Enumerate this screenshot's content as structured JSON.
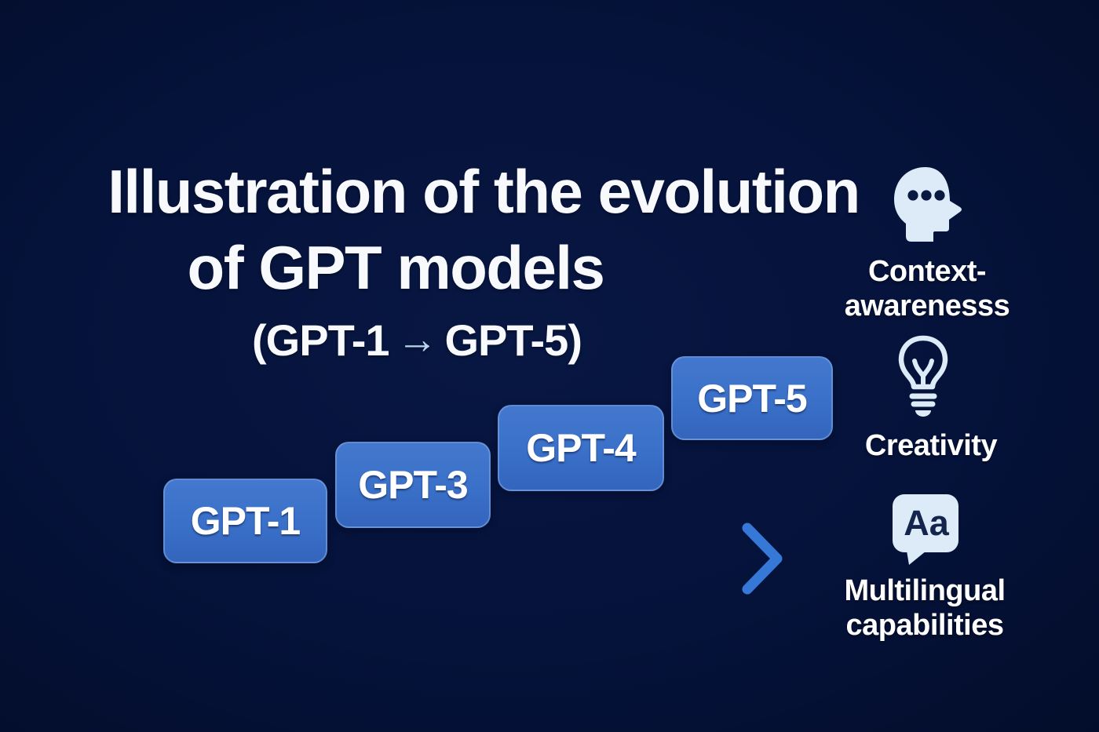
{
  "title": {
    "line1": "Illustration of the evolution",
    "line2": "of GPT models"
  },
  "subtitle": {
    "left": "(GPT-1",
    "arrow": "→",
    "right": "GPT-5)"
  },
  "models": [
    {
      "label": "GPT-1"
    },
    {
      "label": "GPT-3"
    },
    {
      "label": "GPT-4"
    },
    {
      "label": "GPT-5"
    }
  ],
  "features": [
    {
      "icon": "head-with-dots-icon",
      "lines": [
        "Context-",
        "awarenesss"
      ]
    },
    {
      "icon": "lightbulb-icon",
      "lines": [
        "Creativity"
      ]
    },
    {
      "icon": "speech-bubble-aa-icon",
      "icon_text": "Aa",
      "lines": [
        "Multilingual",
        "capabilities"
      ]
    }
  ],
  "colors": {
    "background": "#05123a",
    "box_blue": "#3a70c8",
    "arrow_blue": "#3678d8",
    "icon_pale": "#dcebf7",
    "icon_text_navy": "#13244d",
    "subtitle_arrow": "#b9d4ee",
    "text_white": "#f7f9fc"
  }
}
